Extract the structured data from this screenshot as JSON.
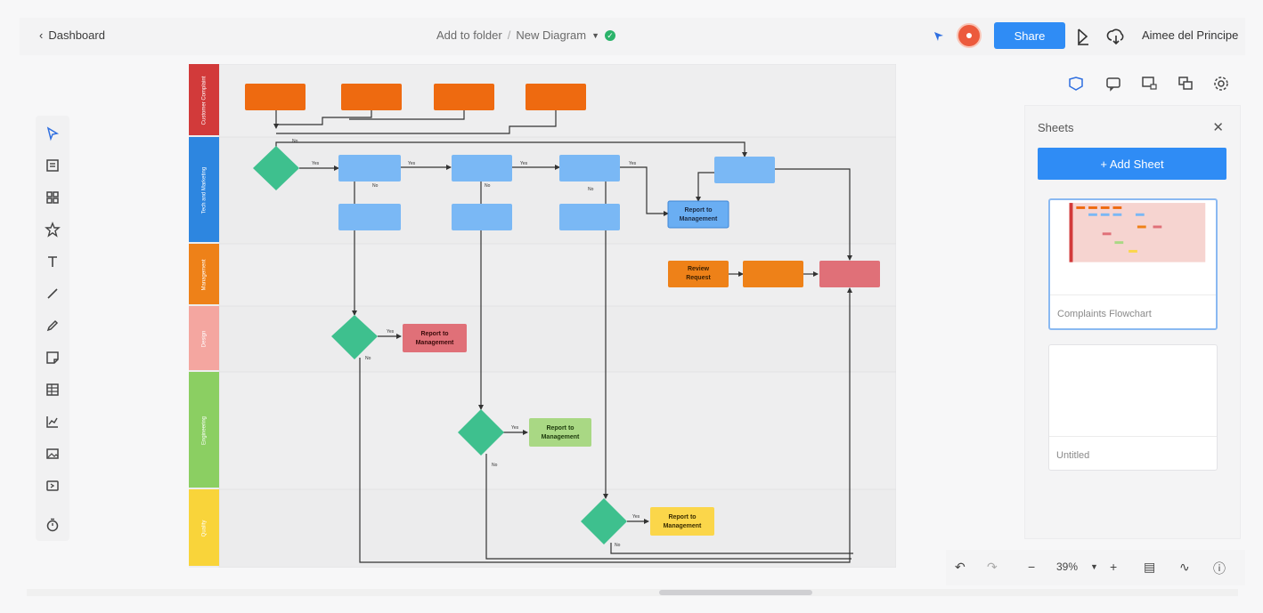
{
  "header": {
    "back_label": "Dashboard",
    "folder_label": "Add to folder",
    "breadcrumb_sep": "/",
    "diagram_title": "New Diagram",
    "share_label": "Share",
    "user_name": "Aimee del Principe"
  },
  "panel": {
    "title": "Sheets",
    "add_sheet_label": "+ Add Sheet",
    "sheets": [
      {
        "name": "Complaints Flowchart",
        "active": true
      },
      {
        "name": "Untitled",
        "active": false
      }
    ]
  },
  "zoom": {
    "value": "39%"
  },
  "lanes": [
    {
      "name": "Customer Complaint",
      "color": "#d23a3a"
    },
    {
      "name": "Tech and Marketing",
      "color": "#2d86e0"
    },
    {
      "name": "Management",
      "color": "#ee8118"
    },
    {
      "name": "Design",
      "color": "#f4a6a0"
    },
    {
      "name": "Engineering",
      "color": "#8bcf62"
    },
    {
      "name": "Quality",
      "color": "#f9d43a"
    }
  ],
  "diagram_labels": {
    "review_request": "Review Request",
    "report_mgmt": "Report to Management",
    "yes": "Yes",
    "no": "No"
  },
  "colors": {
    "accent": "#2f8cf5",
    "orange_box": "#ee6a10",
    "blue_box": "#7ab8f5",
    "decision": "#3ec08e",
    "red_box": "#e07078",
    "green_box": "#a9d884",
    "yellow_box": "#fbd64a"
  },
  "icons": {
    "toolbar": [
      "cursor-icon",
      "template-icon",
      "shapes-icon",
      "star-icon",
      "text-icon",
      "line-icon",
      "pen-icon",
      "sticky-note-icon",
      "table-icon",
      "chart-icon",
      "image-icon",
      "embed-icon",
      "timer-icon"
    ],
    "right": [
      "sheets-icon",
      "comments-icon",
      "present-icon",
      "layers-icon",
      "settings-icon"
    ]
  }
}
